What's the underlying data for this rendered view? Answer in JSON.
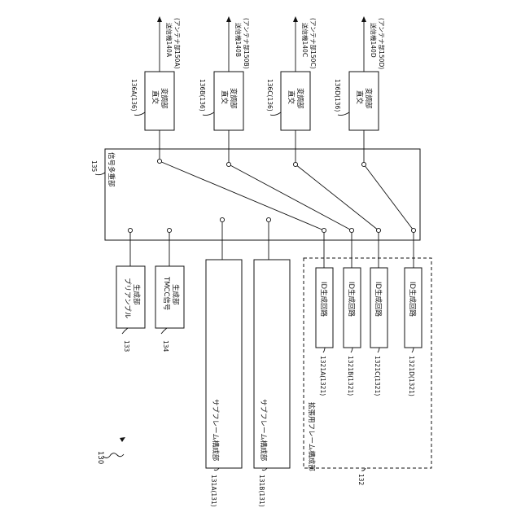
{
  "figure_ref": "130",
  "multiplexer": {
    "ref": "135",
    "label": "信号多重部"
  },
  "modulators": [
    {
      "ref": "136A(136)",
      "label_line1": "直交",
      "label_line2": "変調部",
      "tx_line1": "送信機140A",
      "tx_line2": "(アンテナ部150A)"
    },
    {
      "ref": "136B(136)",
      "label_line1": "直交",
      "label_line2": "変調部",
      "tx_line1": "送信機140B",
      "tx_line2": "(アンテナ部150B)"
    },
    {
      "ref": "136C(136)",
      "label_line1": "直交",
      "label_line2": "変調部",
      "tx_line1": "送信機140C",
      "tx_line2": "(アンテナ部150C)"
    },
    {
      "ref": "136D(136)",
      "label_line1": "直交",
      "label_line2": "変調部",
      "tx_line1": "送信機140D",
      "tx_line2": "(アンテナ部150D)"
    }
  ],
  "preamble": {
    "ref": "133",
    "label_line1": "プリアンブル",
    "label_line2": "生成部"
  },
  "tmcc": {
    "ref": "134",
    "label_line1": "TMCC信号",
    "label_line2": "生成部"
  },
  "subframes": [
    {
      "ref": "131A(131)",
      "label": "サブフレーム構成部"
    },
    {
      "ref": "131B(131)",
      "label": "サブフレーム構成部"
    }
  ],
  "extension": {
    "ref": "132",
    "label": "拡張用フレーム構成部"
  },
  "id_circuits": [
    {
      "ref": "1321A(1321)",
      "label": "ID生成回路"
    },
    {
      "ref": "1321B(1321)",
      "label": "ID生成回路"
    },
    {
      "ref": "1321C(1321)",
      "label": "ID生成回路"
    },
    {
      "ref": "1321D(1321)",
      "label": "ID生成回路"
    }
  ]
}
